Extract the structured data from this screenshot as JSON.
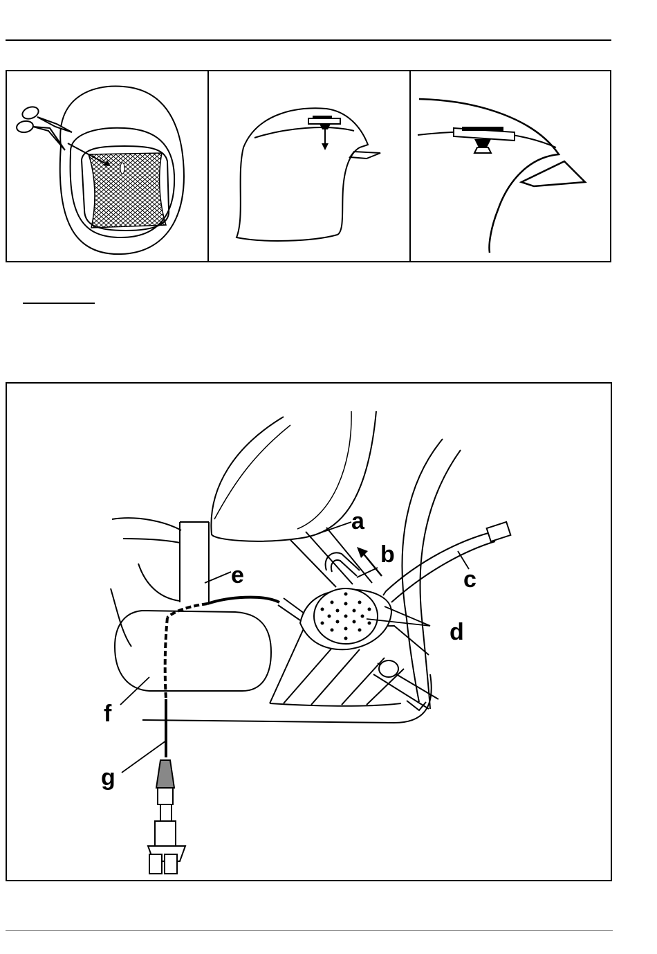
{
  "figure_bottom": {
    "callouts": {
      "a": "a",
      "b": "b",
      "c": "c",
      "d": "d",
      "e": "e",
      "f": "f",
      "g": "g"
    }
  },
  "icons": [
    "scissors-icon",
    "down-arrow-icon",
    "up-arrow-icon"
  ]
}
